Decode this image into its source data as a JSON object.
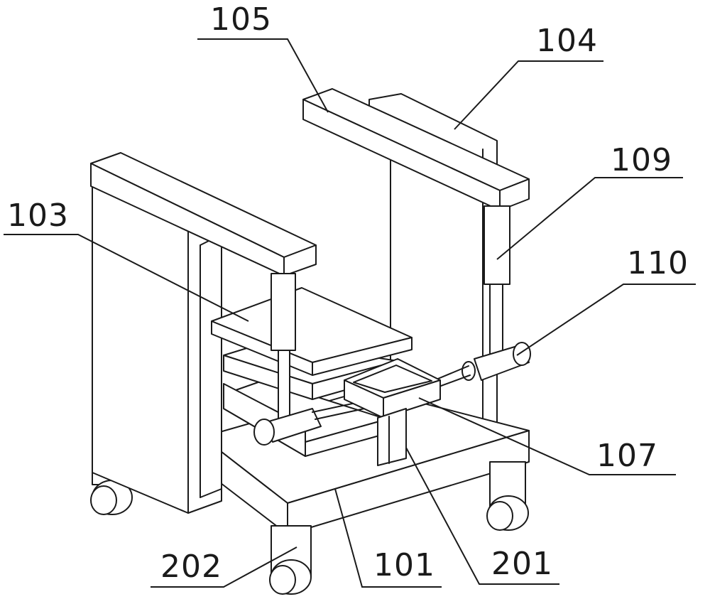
{
  "figure": {
    "labels": {
      "l105": "105",
      "l104": "104",
      "l109": "109",
      "l103": "103",
      "l110": "110",
      "l107": "107",
      "l202": "202",
      "l101": "101",
      "l201": "201"
    }
  }
}
